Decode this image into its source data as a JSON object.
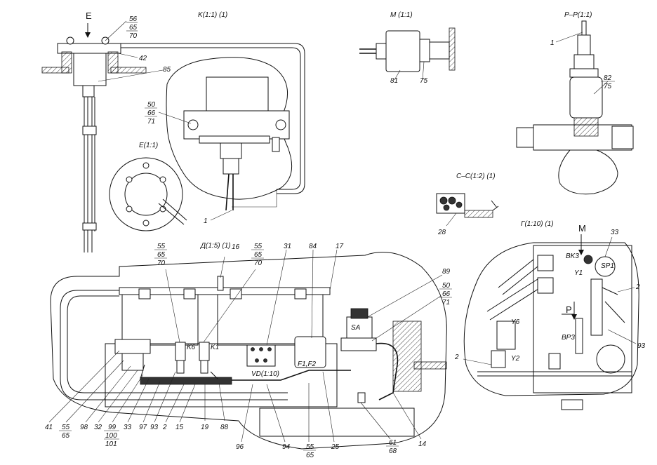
{
  "views": {
    "k": "K(1:1) (1)",
    "m": "M (1:1)",
    "p": "P–P(1:1)",
    "e": "E(1:1)",
    "c": "C–C(1:2) (1)",
    "g": "Г(1:10) (1)",
    "d": "Д(1:5) (1)"
  },
  "arrows": {
    "e": "E",
    "m": "M",
    "p": "P"
  },
  "labels": {
    "n56": "56",
    "n65a": "65",
    "n70a": "70",
    "n42": "42",
    "n85": "85",
    "n50a": "50",
    "n66a": "66",
    "n71a": "71",
    "n1a": "1",
    "n81": "81",
    "n75a": "75",
    "n1b": "1",
    "n82": "82",
    "n75b": "75",
    "n28": "28",
    "n33g": "33",
    "n2g1": "2",
    "n2g2": "2",
    "n93g": "93",
    "bk3": "BK3",
    "sp1": "SP1",
    "y1": "Y1",
    "y6": "Y6",
    "y2": "Y2",
    "bp3": "BP3",
    "n55a": "55",
    "n65b": "65",
    "n70b": "70",
    "n16": "16",
    "n55b": "55",
    "n65c": "65",
    "n70c": "70",
    "n31": "31",
    "n84": "84",
    "n17": "17",
    "n89": "89",
    "n50b": "50",
    "n66b": "66",
    "n71b": "71",
    "k6": "K6",
    "k1": "K1",
    "sa": "SA",
    "f1f2": "F1,F2",
    "vd": "VD(1:10)",
    "n41": "41",
    "n55c": "55",
    "n65d": "65",
    "n98": "98",
    "n32": "32",
    "n99": "99",
    "n100": "100",
    "n101": "101",
    "n33d": "33",
    "n97": "97",
    "n93d": "93",
    "n2d": "2",
    "n15": "15",
    "n19": "19",
    "n88": "88",
    "n96": "96",
    "n94": "94",
    "n55d": "55",
    "n65e": "65",
    "n25": "25",
    "n61": "61",
    "n68": "68",
    "n14": "14"
  }
}
